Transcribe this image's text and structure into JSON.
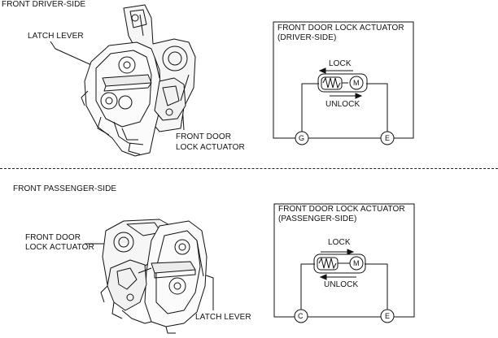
{
  "driver": {
    "section_label": "FRONT DRIVER-SIDE",
    "latch_label": "LATCH LEVER",
    "actuator_label_line1": "FRONT DOOR",
    "actuator_label_line2": "LOCK ACTUATOR",
    "schematic": {
      "title_line1": "FRONT DOOR LOCK ACTUATOR",
      "title_line2": "(DRIVER-SIDE)",
      "lock_label": "LOCK",
      "unlock_label": "UNLOCK",
      "motor_label": "M",
      "terminal_left": "G",
      "terminal_right": "E"
    }
  },
  "passenger": {
    "section_label": "FRONT PASSENGER-SIDE",
    "latch_label": "LATCH LEVER",
    "actuator_label_line1": "FRONT DOOR",
    "actuator_label_line2": "LOCK ACTUATOR",
    "schematic": {
      "title_line1": "FRONT DOOR LOCK ACTUATOR",
      "title_line2": "(PASSENGER-SIDE)",
      "lock_label": "LOCK",
      "unlock_label": "UNLOCK",
      "motor_label": "M",
      "terminal_left": "C",
      "terminal_right": "E"
    }
  },
  "colors": {
    "ink": "#111111",
    "background": "#ffffff"
  }
}
